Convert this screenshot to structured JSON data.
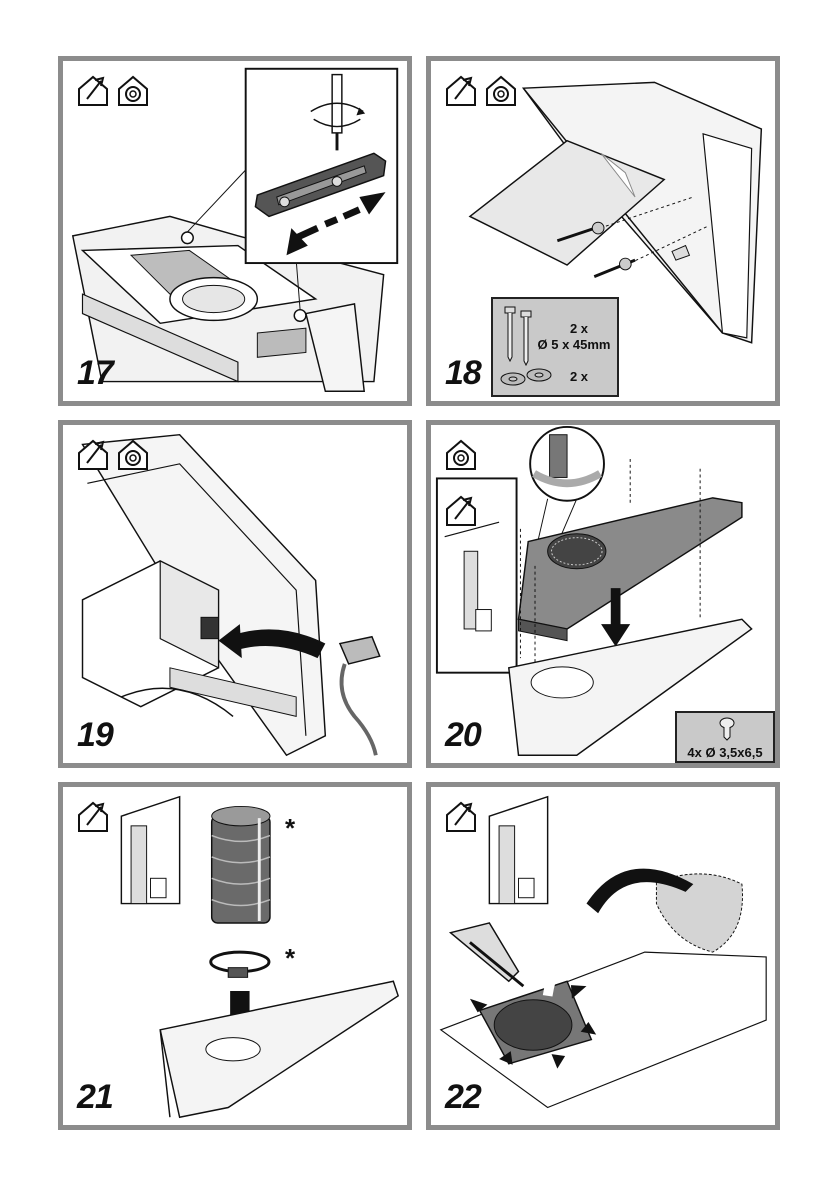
{
  "steps": {
    "s17": "17",
    "s18": "18",
    "s19": "19",
    "s20": "20",
    "s21": "21",
    "s22": "22"
  },
  "panel18": {
    "screw_qty": "2 x",
    "screw_size": "Ø 5 x 45mm",
    "washer_qty": "2 x"
  },
  "panel20": {
    "screw_spec": "4x Ø 3,5x6,5"
  },
  "panel21": {
    "asterisk_duct": "*",
    "asterisk_clamp": "*"
  },
  "icons": {
    "ducted": "ducted-house-icon",
    "recirculating": "recirculating-house-icon"
  }
}
